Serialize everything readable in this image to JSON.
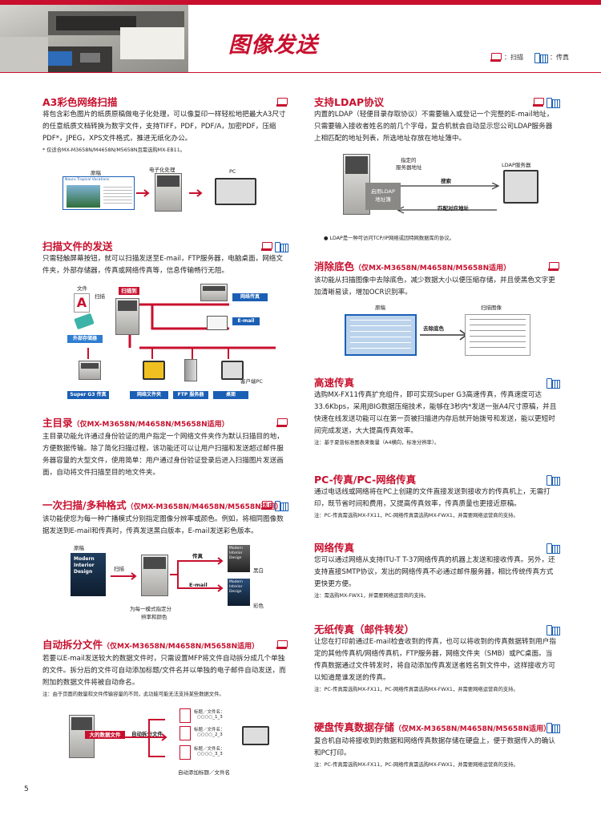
{
  "header": {
    "title": "图像发送",
    "legend_scan": "：扫描",
    "legend_fax": "：传真"
  },
  "left": {
    "a3": {
      "title": "A3彩色网络扫描",
      "body": "将包含彩色图片的纸质原稿做电子化处理，可以像复印一样轻松地把最大A3尺寸的任意纸质文档转换为数字文件，支持TIFF，PDF，PDF/A，加密PDF，压缩PDF*，JPEG，XPS文件格式，推进无纸化办公。",
      "note": "* 仅适合MX-M3658N/M4658N/M5658N且需选购MX-EB11。",
      "d_original": "原稿",
      "d_digitize": "电子化处理",
      "d_pc": "PC",
      "d_doc_header": "Nauru Tropical Vacations"
    },
    "send": {
      "title": "扫描文件的发送",
      "body": "只需轻触屏幕按钮，就可以扫描发送至E-mail，FTP服务器，电脑桌面，网络文件夹，外部存储器，传真或网络传真等，信息传输畅行无阻。",
      "d_file": "文件",
      "d_scan": "扫描",
      "d_scan_box": "扫描到",
      "d_usb": "外部存储器",
      "d_netfax": "网络传真",
      "d_email": "E-mail",
      "d_client": "客户端PC",
      "d_superg3": "Super G3 传真",
      "d_netfolder": "网络文件夹",
      "d_ftp": "FTP 服务器",
      "d_desktop": "桌面"
    },
    "home": {
      "title": "主目录",
      "sub": "（仅MX-M3658N/M4658N/M5658N适用）",
      "body": "主目录功能允许通过身份验证的用户指定一个网络文件夹作为默认扫描目的地，方便数据传输。除了简化扫描过程，该功能还可以让用户扫描和发送超过邮件服务器容量的大型文件，使用简单：用户通过身份验证登录后进入扫描图片发送画面，自动将文件扫描至目的地文件夹。"
    },
    "multi": {
      "title": "一次扫描/多种格式",
      "sub": "（仅MX-M3658N/M4658N/M5658N适用）",
      "body": "该功能使您为每一种广播模式分别指定图像分辨率或颜色。例如，将相同图像数据发送到E-mail和传真时，传真发送黑白版本，E-mail发送彩色版本。",
      "d_original": "原稿",
      "d_scan": "扫描",
      "d_fax": "传真",
      "d_email": "E-mail",
      "d_bw": "黑白",
      "d_color": "彩色",
      "d_caption_1": "为每一模式指定分",
      "d_caption_2": "辨率和颜色",
      "d_poster_1": "Modern",
      "d_poster_2": "Interior",
      "d_poster_3": "Design"
    },
    "split": {
      "title": "自动拆分文件",
      "sub": "（仅MX-M3658N/M4658N/M5658N适用）",
      "body": "若要以E-mail发送较大的数据文件时，只需设置MFP将文件自动拆分成几个单独的文件。拆分后的文件可自动添加标题/文件名并以单独的电子邮件自动发送，而附加的数据文件将被自动命名。",
      "note": "注：由于页面的数量和文件传输容量的不同，此功能可能无法支持某些数据文件。",
      "d_bigfile": "大的数据文件",
      "d_split": "自动拆分文件",
      "d_name_1": "标题／文件名：",
      "d_name_1b": "○○○○_1_3",
      "d_name_2": "标题／文件名：",
      "d_name_2b": "○○○○_2_3",
      "d_name_3": "标题／文件名：",
      "d_name_3b": "○○○○_3_3",
      "d_caption": "自动添加标题／文件名"
    }
  },
  "right": {
    "ldap": {
      "title": "支持LDAP协议",
      "body": "内置的LDAP（轻便目录存取协议）不需要输入或登记一个完整的E-mail地址，只需要输入接收者姓名的前几个字母，复合机就会自动显示您公司LDAP服务器上相匹配的地址列表，所选地址存放在地址簿中。",
      "note": "● LDAP是一种可访问TCP/IP网络或因特网数据库的协议。",
      "d_addr_1": "指定的",
      "d_addr_2": "服务器地址",
      "d_server": "LDAP服务器",
      "d_search": "搜索",
      "d_match": "匹配对应地址",
      "d_enable_1": "启用LDAP",
      "d_enable_2": "地址簿"
    },
    "bg": {
      "title": "消除底色",
      "sub": "（仅MX-M3658N/M4658N/M5658N适用）",
      "body": "该功能从扫描图像中去除底色，减少数据大小以便压缩存储，并且使黑色文字更加清晰易读，增加OCR识别率。",
      "d_original": "原稿",
      "d_scanned": "扫描图像",
      "d_remove": "去除底色"
    },
    "hs": {
      "title": "高速传真",
      "body": "选购MX-FX11传真扩充组件，即可实现Super G3高速传真，传真速度可达33.6Kbps，采用JBIG数据压缩技术，能够在3秒内*发送一张A4尺寸原稿，并且快速在线发送功能可以在第一页被扫描进内存后就开始拨号和发送，能以更短时间完成发送，大大提高传真效率。",
      "note": "注：基于夏普标准图表来衡量（A4横向，标准分辨率）。"
    },
    "pcfax": {
      "title": "PC-传真/PC-网络传真",
      "body": "通过电话线或网络将在PC上创建的文件直接发送到接收方的传真机上，无需打印，既节省时间和费用，又提高传真效率，传真质量也更接近原稿。",
      "note": "注：PC-传真需选购MX-FX11，PC-网络传真需选购MX-FWX1，并需要网络运营商的支持。"
    },
    "ifax": {
      "title": "网络传真",
      "body": "您可以通过网络从支持ITU-T T-37网络传真的机器上发送和接收传真。另外，还支持直接SMTP协议，发出的网络传真不必通过邮件服务器，相比传统传真方式更快更方便。",
      "note": "注：需选购MX-FWX1，并需要网络运营商的支持。"
    },
    "fwd": {
      "title": "无纸传真（邮件转发）",
      "body": "让您在打印前通过E-mail检查收到的传真，也可以将收到的传真数据转到用户指定的其他传真机/网络传真机，FTP服务器，网络文件夹（SMB）或PC桌面。当传真数据通过文件转发时，将自动添加传真发送者姓名到文件中，这样接收方可以知道是谁发送的传真。",
      "note": "注：PC-传真需选购MX-FX11，PC-网络传真需选购MX-FWX1，并需要网络运营商的支持。"
    },
    "hdd": {
      "title": "硬盘传真数据存储",
      "sub": "（仅MX-M3658N/M4658N/M5658N适用）",
      "body": "复合机自动将接收到的数据和网络传真数据存储在硬盘上，便于数据传入的确认和PC打印。",
      "note": "注：PC-传真需选购MX-FX11，PC-网络传真需选购MX-FWX1，并需要网络运营商的支持。"
    }
  },
  "page_number": "5"
}
